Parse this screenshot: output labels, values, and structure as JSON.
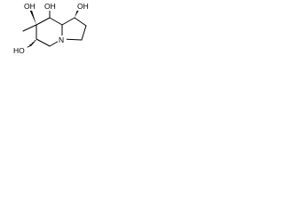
{
  "diagram": {
    "kind": "chemical-structure",
    "atom_labels": {
      "oh_top_left": "OH",
      "oh_top_mid": "OH",
      "oh_top_right": "OH",
      "oh_bottom_left": "HO",
      "nitrogen": "N"
    }
  }
}
